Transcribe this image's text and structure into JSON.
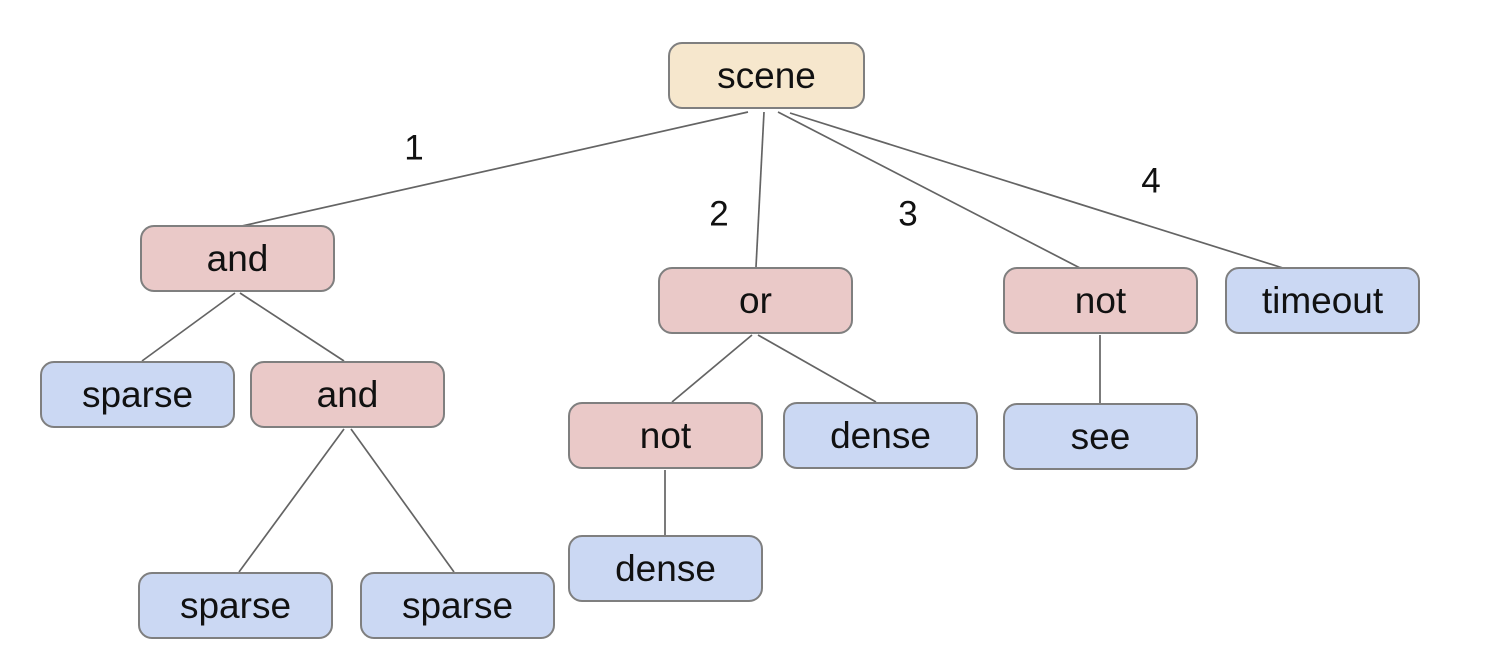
{
  "colors": {
    "background": "#ffffff",
    "root_fill": "#f6e7cd",
    "operator_fill": "#eac9c8",
    "leaf_fill": "#cbd8f3",
    "node_border": "#7f7f7f",
    "edge_line": "#646464",
    "text": "#111111"
  },
  "tree": {
    "label": "scene",
    "type": "root",
    "children": [
      {
        "edge_label": "1",
        "label": "and",
        "type": "operator",
        "children": [
          {
            "label": "sparse",
            "type": "leaf"
          },
          {
            "label": "and",
            "type": "operator",
            "children": [
              {
                "label": "sparse",
                "type": "leaf"
              },
              {
                "label": "sparse",
                "type": "leaf"
              }
            ]
          }
        ]
      },
      {
        "edge_label": "2",
        "label": "or",
        "type": "operator",
        "children": [
          {
            "label": "not",
            "type": "operator",
            "children": [
              {
                "label": "dense",
                "type": "leaf"
              }
            ]
          },
          {
            "label": "dense",
            "type": "leaf"
          }
        ]
      },
      {
        "edge_label": "3",
        "label": "not",
        "type": "operator",
        "children": [
          {
            "label": "see",
            "type": "leaf"
          }
        ]
      },
      {
        "edge_label": "4",
        "label": "timeout",
        "type": "leaf"
      }
    ]
  }
}
